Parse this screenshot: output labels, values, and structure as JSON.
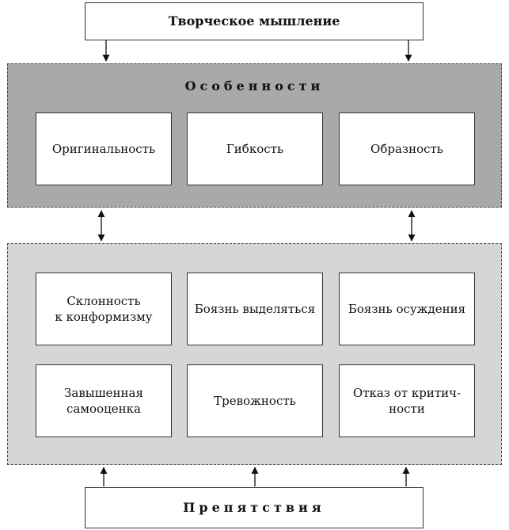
{
  "top_box": {
    "label": "Творческое мышление"
  },
  "features": {
    "title": "Особенности",
    "items": [
      "Оригинальность",
      "Гибкость",
      "Образность"
    ]
  },
  "obstacles": {
    "items": [
      "Склонность\nк конформизму",
      "Боязнь выделяться",
      "Боязнь осуждения",
      "Завышенная\nсамооценка",
      "Тревожность",
      "Отказ от критич-\nности"
    ]
  },
  "bottom_box": {
    "label": "Препятствия"
  }
}
